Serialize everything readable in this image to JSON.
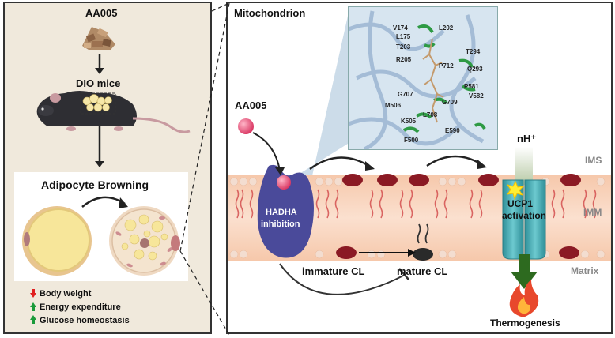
{
  "left_panel": {
    "compound": "AA005",
    "model": "DIO mice",
    "browning_title": "Adipocyte Browning",
    "effects": [
      {
        "label": "Body weight",
        "direction": "down",
        "color": "#e02020"
      },
      {
        "label": "Energy expenditure",
        "direction": "up",
        "color": "#1a9a3a"
      },
      {
        "label": "Glucose homeostasis",
        "direction": "up",
        "color": "#1a9a3a"
      }
    ]
  },
  "right_panel": {
    "title": "Mitochondrion",
    "compound": "AA005",
    "target_line1": "HADHA",
    "target_line2": "inhibition",
    "proton": "nH⁺",
    "ucp1_line1": "UCP1",
    "ucp1_line2": "activation",
    "compartments": {
      "ims": "IMS",
      "imm": "IMM",
      "matrix": "Matrix"
    },
    "immature_cl": "immature CL",
    "mature_cl": "mature CL",
    "output": "Thermogenesis",
    "residues": [
      "V174",
      "L175",
      "T203",
      "R205",
      "L202",
      "T294",
      "Q293",
      "P712",
      "P581",
      "V582",
      "G707",
      "G709",
      "M506",
      "L708",
      "K505",
      "E590",
      "F500"
    ]
  },
  "colors": {
    "hadha": "#4a4a9a",
    "ucp1": "#3aa8b0",
    "lipid_head": "#8b1a24",
    "membrane_band": "#f2b99a",
    "compound": "#e0507a",
    "inset_bg": "#cfe0ee"
  }
}
